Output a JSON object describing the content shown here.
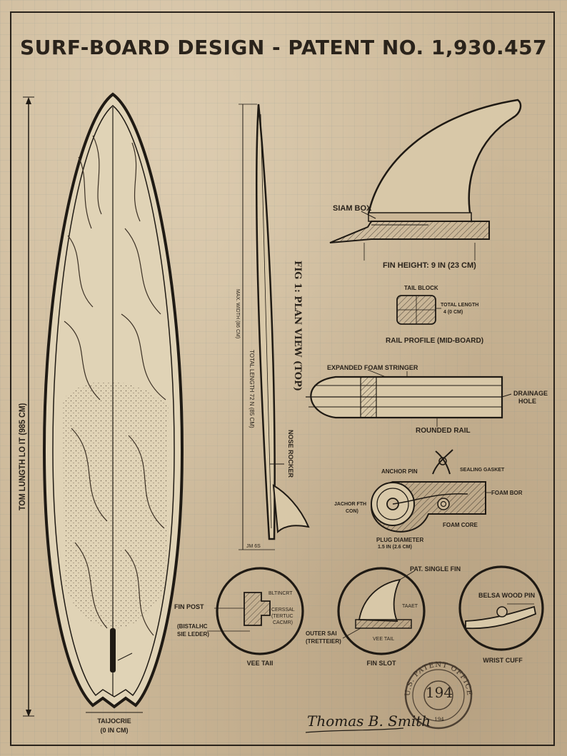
{
  "title": "SURF-BOARD DESIGN - PATENT NO. 1,930.457",
  "board": {
    "total_length": "TOM LUNGTH  LO  IT  (985 CM)",
    "tail_note_1": "TAIJOCRIE",
    "tail_note_2": "(0 IN CM)"
  },
  "profile": {
    "max_width": "MAX. WIDTH (86 CM)",
    "total_length": "TOTAL LENGTH 72 N (85 CM)",
    "fig_caption": "FIG 1: PLAN VIEW (TOP)",
    "nose_rocker": "NOSE ROCKER",
    "bottom_dim": "JM 6S"
  },
  "fin": {
    "box_label": "SIAM BOX",
    "height_label": "FIN HEIGHT: 9 IN (23 CM)"
  },
  "tail_block": {
    "label": "TAIL BLOCK",
    "total_length": "TOTAL LENGTH",
    "total_length_value": "4 (0 CM)",
    "caption": "RAIL PROFILE (MID-BOARD)"
  },
  "stringer": {
    "label": "EXPANDED FOAM STRINGER",
    "drainage": "DRAINAGE",
    "hole": "HOLE",
    "rounded_rail": "ROUNDED RAIL"
  },
  "plug": {
    "anchor_pin": "ANCHOR PIN",
    "sealing_gasket": "SEALING GASKET",
    "foam_bor": "FOAM BOR",
    "jachor_fth": "JACHOR FTH",
    "con": "CON)",
    "foam_core": "FOAM CORE",
    "plug_diameter": "PLUG DIAMETER",
    "plug_diameter_value": "1.5 IN (2.6 CM)"
  },
  "details": {
    "fin_post": "FIN POST",
    "bltincrt": "BLTINCRT",
    "cerssal": "CERSSAL",
    "tertuc": "(TERTUC",
    "cacmr": "CACMR)",
    "bistalhc": "(BISTALHC",
    "sieleder": "SIE LEDER)",
    "vee_tail": "VEE TAII",
    "pat_single_fin": "PAT. SINGLE FIN",
    "taaet": "TAAET",
    "outer_sai": "OUTER SAI",
    "tretteier": "(TRETTEIER)",
    "vee_tail_inner": "VEE TAIL",
    "fin_slot": "FIN SLOT",
    "belsa_wood_pin": "BELSA WOOD PIN",
    "wrist_cuff": "WRIST CUFF"
  },
  "stamp": {
    "ring_text": "U.S. PATENT OFFICE",
    "number": "194",
    "sub_number": "194"
  },
  "signature": "Thomas B. Smith",
  "colors": {
    "ink": "#2a231b",
    "paper": "#cbb797",
    "wood": "#d8c8a8"
  }
}
